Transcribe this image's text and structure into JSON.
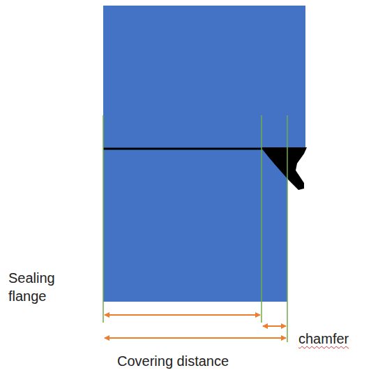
{
  "diagram": {
    "labels": [
      "Sealing flange",
      "chamfer",
      "Covering distance"
    ]
  }
}
